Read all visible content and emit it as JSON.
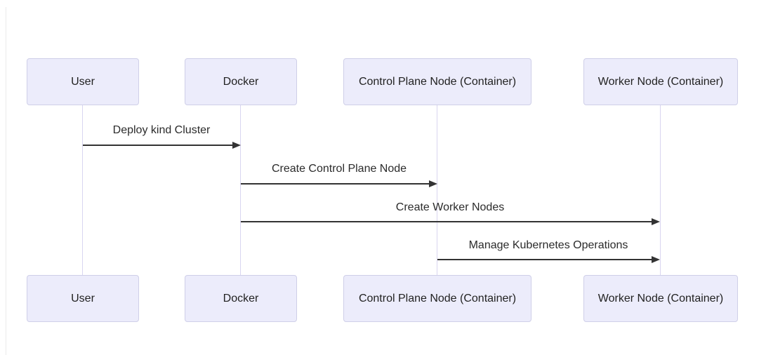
{
  "diagram": {
    "kind": "sequence-diagram",
    "background": "#ffffff",
    "colors": {
      "actor_fill": "#ececfb",
      "actor_border": "#cfcfe8",
      "lifeline": "#cbcbe6",
      "arrow": "#333333",
      "text": "#2b2b2b"
    },
    "actors": [
      {
        "label": "User"
      },
      {
        "label": "Docker"
      },
      {
        "label": "Control Plane Node (Container)"
      },
      {
        "label": "Worker Node (Container)"
      }
    ],
    "messages": [
      {
        "label": "Deploy kind Cluster",
        "from": "User",
        "to": "Docker",
        "arrow": "solid-filled"
      },
      {
        "label": "Create Control Plane Node",
        "from": "Docker",
        "to": "Control Plane Node (Container)",
        "arrow": "solid-filled"
      },
      {
        "label": "Create Worker Nodes",
        "from": "Docker",
        "to": "Worker Node (Container)",
        "arrow": "solid-filled"
      },
      {
        "label": "Manage Kubernetes Operations",
        "from": "Control Plane Node (Container)",
        "to": "Worker Node (Container)",
        "arrow": "solid-filled"
      }
    ]
  }
}
